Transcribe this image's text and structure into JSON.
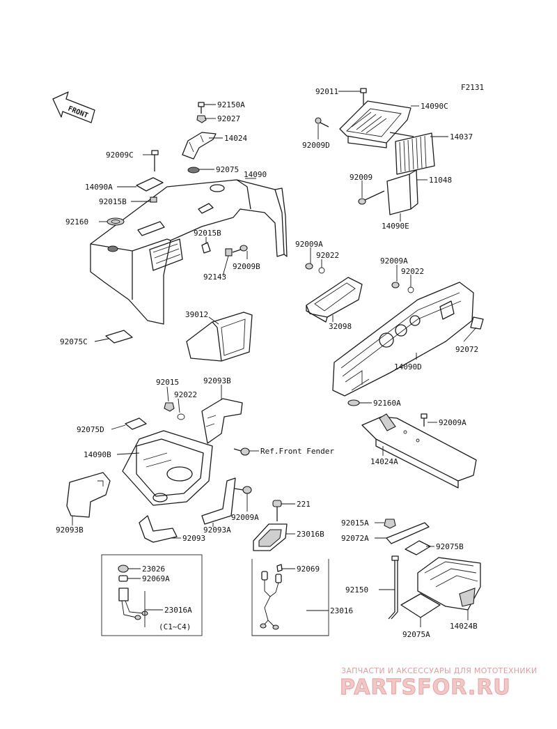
{
  "figure_code": "F2131",
  "front_arrow": "FRONT",
  "labels": {
    "p92011": "92011",
    "p14090C": "14090C",
    "p92009D": "92009D",
    "p14037": "14037",
    "p92009": "92009",
    "p11048": "11048",
    "p14090E": "14090E",
    "p92150A": "92150A",
    "p92027": "92027",
    "p14024": "14024",
    "p92009C": "92009C",
    "p92075": "92075",
    "p14090": "14090",
    "p14090A": "14090A",
    "p92015B": "92015B",
    "p92160": "92160",
    "p92015B_2": "92015B",
    "p92009A_1": "92009A",
    "p92022_1": "92022",
    "p92009B": "92009B",
    "p92143": "92143",
    "p92009A_2": "92009A",
    "p92022_2": "92022",
    "p39012": "39012",
    "p32098": "32098",
    "p92072": "92072",
    "p92075C": "92075C",
    "p14090D": "14090D",
    "p92015": "92015",
    "p92093B_1": "92093B",
    "p92022_3": "92022",
    "p92160A": "92160A",
    "p92075D": "92075D",
    "p92009A_3": "92009A",
    "p14090B": "14090B",
    "ref_front_fender": "Ref.Front Fender",
    "p14024A": "14024A",
    "p92093B_2": "92093B",
    "p92009A_4": "92009A",
    "p92093A": "92093A",
    "p92093": "92093",
    "p221": "221",
    "p23016B": "23016B",
    "p92015A": "92015A",
    "p92072A": "92072A",
    "p92075B": "92075B",
    "p23026": "23026",
    "p92069A": "92069A",
    "p23016A": "23016A",
    "p_c1c4": "(C1~C4)",
    "p92069": "92069",
    "p23016": "23016",
    "p92150": "92150",
    "p14024B": "14024B",
    "p92075A": "92075A"
  },
  "watermark": {
    "tagline": "ЗАПЧАСТИ И АКСЕССУАРЫ ДЛЯ МОТОТЕХНИКИ",
    "brand": "PARTSFOR.RU"
  }
}
